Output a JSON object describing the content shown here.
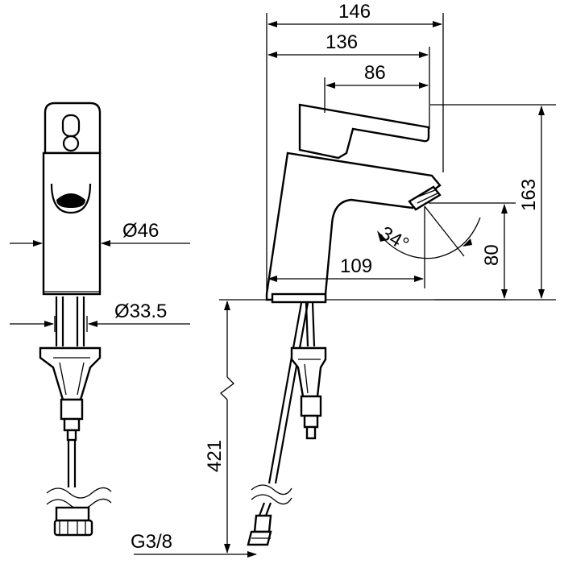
{
  "dimensions": {
    "overall_width": "146",
    "spout_reach": "136",
    "handle_length": "86",
    "total_height": "163",
    "outlet_height": "80",
    "outlet_reach": "109",
    "body_diameter": "Ø46",
    "hose_diameter": "Ø33.5",
    "spray_angle": "34°",
    "hose_length": "421",
    "connection_thread": "G3/8"
  },
  "colors": {
    "line": "#000000",
    "background": "#ffffff"
  }
}
